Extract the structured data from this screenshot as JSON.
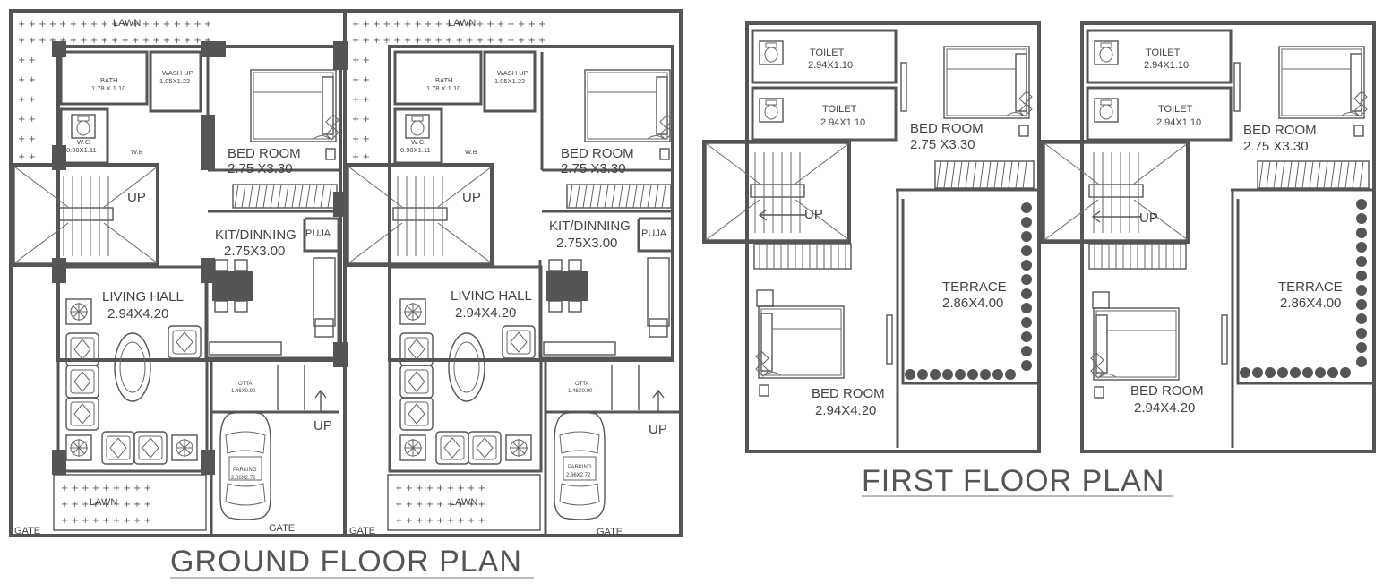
{
  "ground_floor": {
    "title": "GROUND FLOOR PLAN",
    "lawn_top": "LAWN",
    "lawn_bottom": "LAWN",
    "bath": "BATH",
    "bath_size": "1.78 X 1.10",
    "wash_up": "WASH UP",
    "wash_up_size": "1.05X1.22",
    "wc": "W.C.",
    "wc_size": "0.90X1.11",
    "wb": "W.B",
    "bed_room": "BED ROOM",
    "bed_room_size": "2.75 X3.30",
    "up": "UP",
    "kit_dinning": "KIT/DINNING",
    "kit_size": "2.75X3.00",
    "puja": "PUJA",
    "living_hall": "LIVING HALL",
    "living_size": "2.94X4.20",
    "otta": "OTTA",
    "otta_size": "1.46X0.90",
    "parking": "PARKING",
    "parking_size": "2.86X2.72",
    "gate": "GATE"
  },
  "first_floor": {
    "title": "FIRST FLOOR PLAN",
    "toilet": "TOILET",
    "toilet_size": "2.94X1.10",
    "bed_room": "BED ROOM",
    "bed_room_size_top": "2.75 X3.30",
    "up": "UP",
    "terrace": "TERRACE",
    "terrace_size": "2.86X4.00",
    "bed_room_size_bottom": "2.94X4.20"
  }
}
